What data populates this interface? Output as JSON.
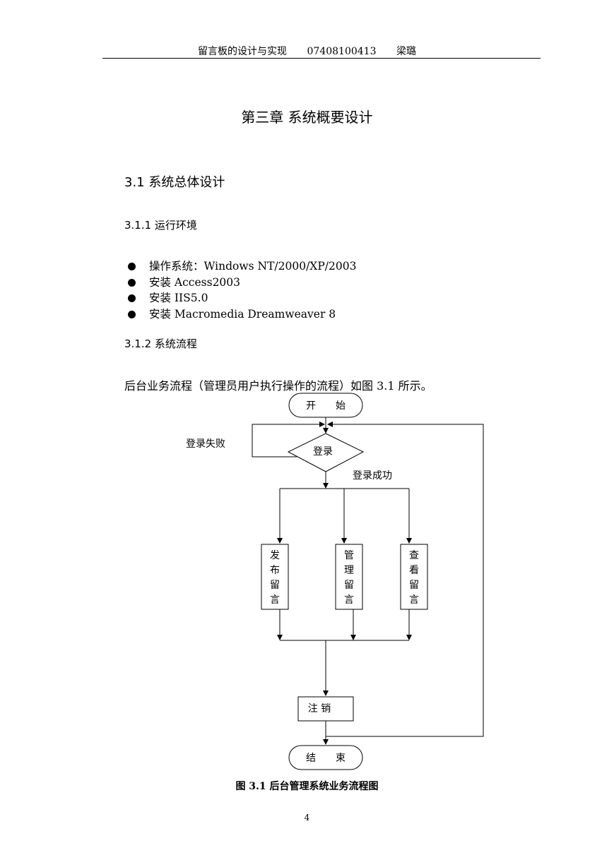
{
  "header": {
    "title": "留言板的设计与实现",
    "student_id": "07408100413",
    "author": "梁璐"
  },
  "chapter_title": "第三章  系统概要设计",
  "section_3_1": "3.1  系统总体设计",
  "section_3_1_1": "3.1.1  运行环境",
  "environment": [
    "操作系统：Windows NT/2000/XP/2003",
    "安装 Access2003",
    "安装 IIS5.0",
    "安装 Macromedia Dreamweaver 8"
  ],
  "section_3_1_2": "3.1.2  系统流程",
  "intro_text": "后台业务流程（管理员用户执行操作的流程）如图 3.1 所示。",
  "flowchart": {
    "start": "开　　始",
    "login": "登录",
    "login_fail": "登录失败",
    "login_success": "登录成功",
    "branches": [
      [
        "发",
        "布",
        "留",
        "言"
      ],
      [
        "管",
        "理",
        "留",
        "言"
      ],
      [
        "查",
        "看",
        "留",
        "言"
      ]
    ],
    "logout": "注  销",
    "end": "结　　束"
  },
  "figure_caption": "图 3.1  后台管理系统业务流程图",
  "page_number": "4"
}
